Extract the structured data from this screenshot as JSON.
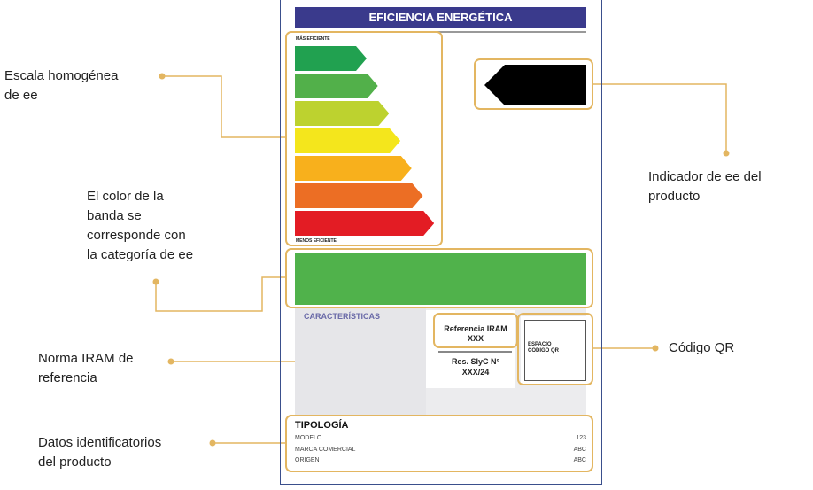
{
  "label": {
    "title": "EFICIENCIA ENERGÉTICA",
    "scale_top": "MÁS EFICIENTE",
    "scale_bottom": "MENOS EFICIENTE",
    "bar_colors": [
      "#21a150",
      "#52b04a",
      "#bdd22f",
      "#f4e61c",
      "#f8b01c",
      "#ec6e24",
      "#e31c24"
    ],
    "indicator_color": "#000000",
    "band_color": "#50b24b",
    "characteristics": "CARACTERÍSTICAS",
    "iram_ref": "Referencia IRAM",
    "iram_value": "XXX",
    "res_label": "Res. SlyC N°",
    "res_value": "XXX/24",
    "qr_line1": "ESPACIO",
    "qr_line2": "CODIGO QR",
    "typology": "TIPOLOGÍA",
    "rows": [
      {
        "k": "MODELO",
        "v": "123"
      },
      {
        "k": "MARCA COMERCIAL",
        "v": "ABC"
      },
      {
        "k": "ORIGEN",
        "v": "ABC"
      }
    ]
  },
  "annotations": {
    "scale": [
      "Escala homogénea",
      "de ee"
    ],
    "indicator": [
      "Indicador de ee del",
      "producto"
    ],
    "band": [
      "El color de la",
      "banda se",
      "corresponde con",
      "la categoría de ee"
    ],
    "iram": [
      "Norma IRAM de",
      "referencia"
    ],
    "qr": "Código QR",
    "data": [
      "Datos identificatorios",
      "del producto"
    ]
  }
}
